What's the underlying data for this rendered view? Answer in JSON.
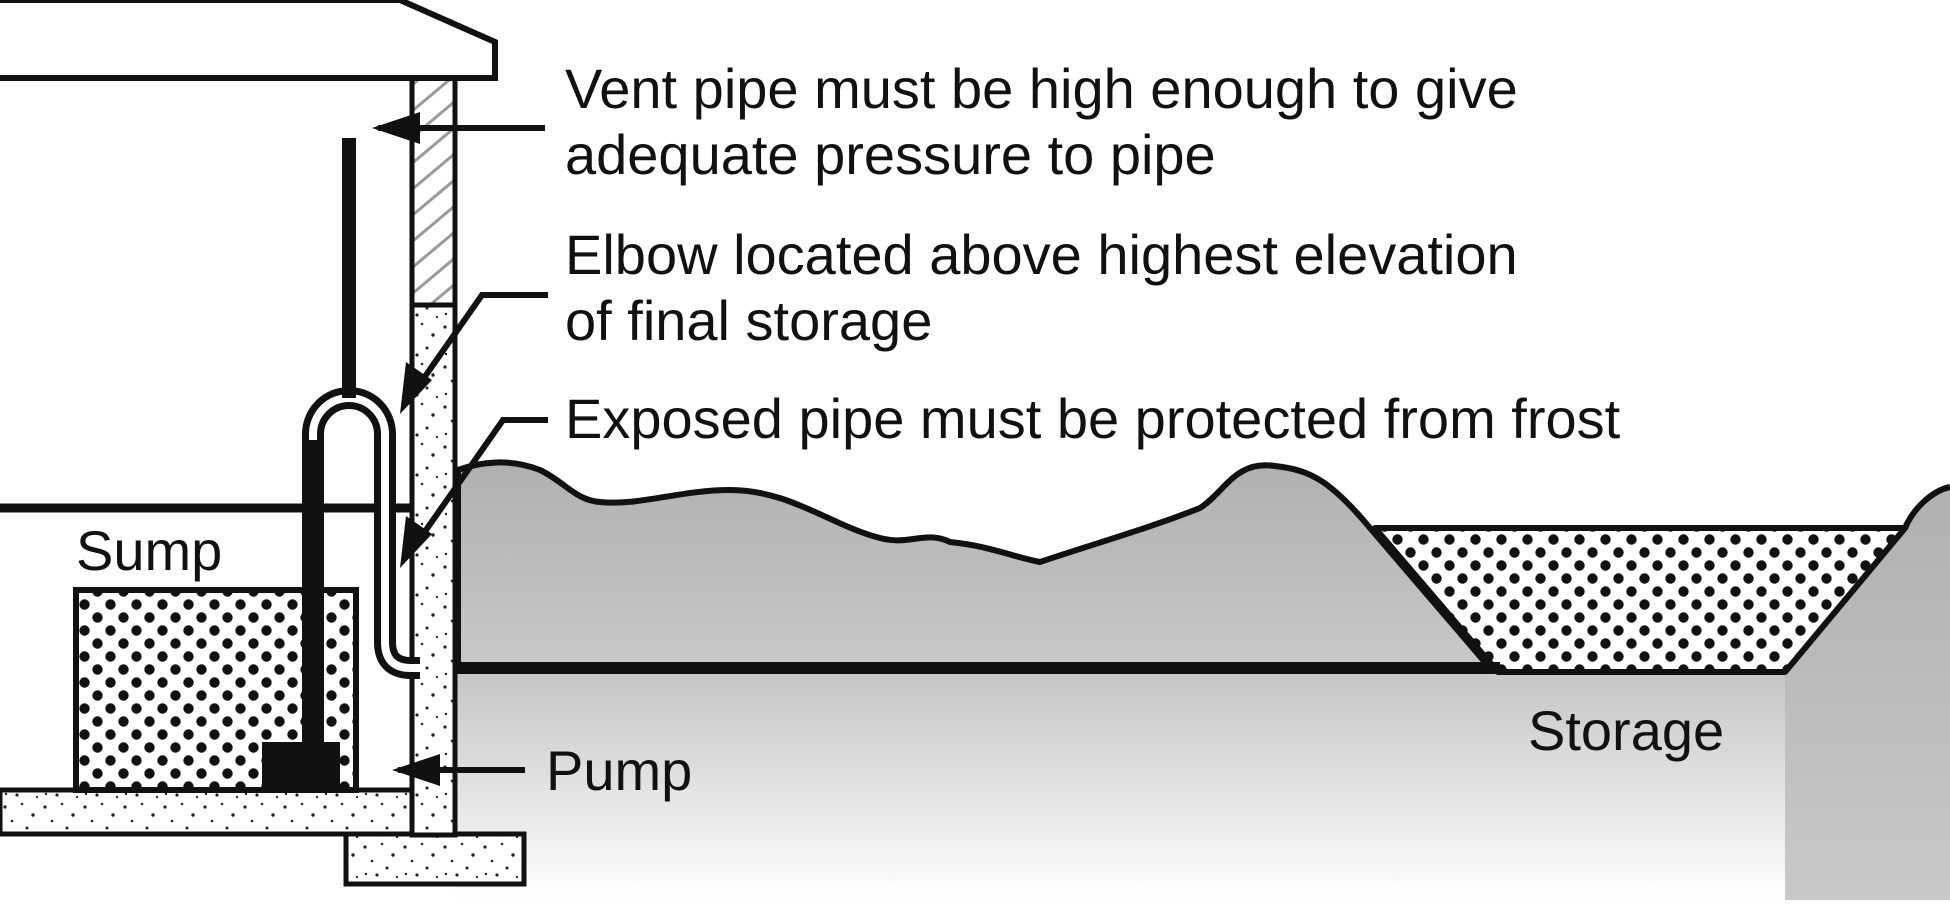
{
  "labels": {
    "vent_line1": "Vent pipe must be high enough to give",
    "vent_line2": "adequate pressure to pipe",
    "elbow_line1": "Elbow located above highest elevation",
    "elbow_line2": "of final storage",
    "frost": "Exposed pipe must be protected from frost",
    "sump": "Sump",
    "pump": "Pump",
    "storage": "Storage"
  },
  "colors": {
    "ink": "#111111",
    "ground_fill": "#b8b8b8",
    "underground_top": "#c4c4c4",
    "underground_bottom": "#ffffff",
    "hatch": "#9a9a9a"
  }
}
